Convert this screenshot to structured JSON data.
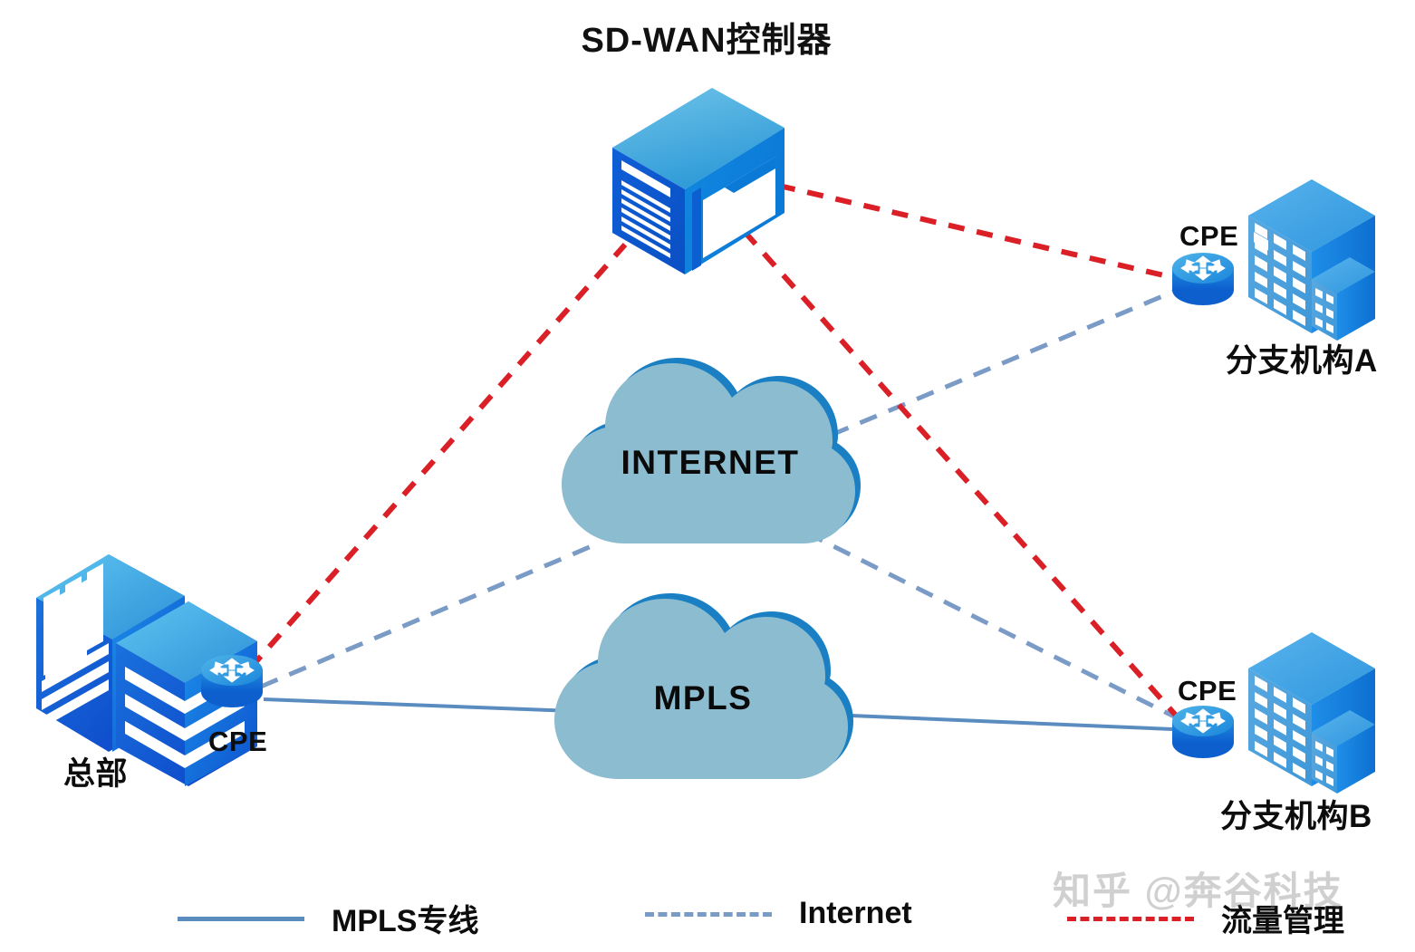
{
  "title": "SD-WAN控制器",
  "nodes": {
    "controller": {
      "label": "SD-WAN控制器",
      "icon": "server-box-icon"
    },
    "internet_cloud": {
      "label": "INTERNET",
      "icon": "cloud-icon"
    },
    "mpls_cloud": {
      "label": "MPLS",
      "icon": "cloud-icon"
    },
    "headquarters": {
      "label": "总部",
      "cpe_label": "CPE",
      "icon": "datacenter-racks-icon"
    },
    "branch_a": {
      "label": "分支机构A",
      "cpe_label": "CPE",
      "icon": "office-building-icon"
    },
    "branch_b": {
      "label": "分支机构B",
      "cpe_label": "CPE",
      "icon": "office-building-icon"
    }
  },
  "legend": {
    "items": [
      {
        "label": "MPLS专线",
        "style": "solid",
        "color": "#5B8CC0"
      },
      {
        "label": "Internet",
        "style": "dashed",
        "color": "#7B9BC7"
      },
      {
        "label": "流量管理",
        "style": "dashed",
        "color": "#DA1F26"
      }
    ]
  },
  "watermark": "知乎 @奔谷科技",
  "colors": {
    "mpls_line": "#5B8CC0",
    "internet_line": "#7B9BC7",
    "control_line": "#DA1F26",
    "cloud_fill": "#8CBCCF",
    "cloud_edge": "#1B7FC4",
    "brand_blue": "#0A74D4",
    "deep_blue": "#0B3FC6"
  },
  "chart_data": {
    "type": "diagram",
    "topology": "sd-wan hub and spoke",
    "edges": [
      {
        "from": "headquarters",
        "to": "controller",
        "kind": "流量管理",
        "style": "dashed",
        "color": "#DA1F26"
      },
      {
        "from": "controller",
        "to": "branch_a",
        "kind": "流量管理",
        "style": "dashed",
        "color": "#DA1F26"
      },
      {
        "from": "controller",
        "to": "branch_b",
        "kind": "流量管理",
        "style": "dashed",
        "color": "#DA1F26"
      },
      {
        "from": "headquarters",
        "to": "internet_cloud",
        "kind": "Internet",
        "style": "dashed",
        "color": "#7B9BC7"
      },
      {
        "from": "internet_cloud",
        "to": "branch_a",
        "kind": "Internet",
        "style": "dashed",
        "color": "#7B9BC7"
      },
      {
        "from": "internet_cloud",
        "to": "branch_b",
        "kind": "Internet",
        "style": "dashed",
        "color": "#7B9BC7"
      },
      {
        "from": "headquarters",
        "to": "mpls_cloud",
        "kind": "MPLS专线",
        "style": "solid",
        "color": "#5B8CC0"
      },
      {
        "from": "mpls_cloud",
        "to": "branch_b",
        "kind": "MPLS专线",
        "style": "solid",
        "color": "#5B8CC0"
      }
    ]
  }
}
